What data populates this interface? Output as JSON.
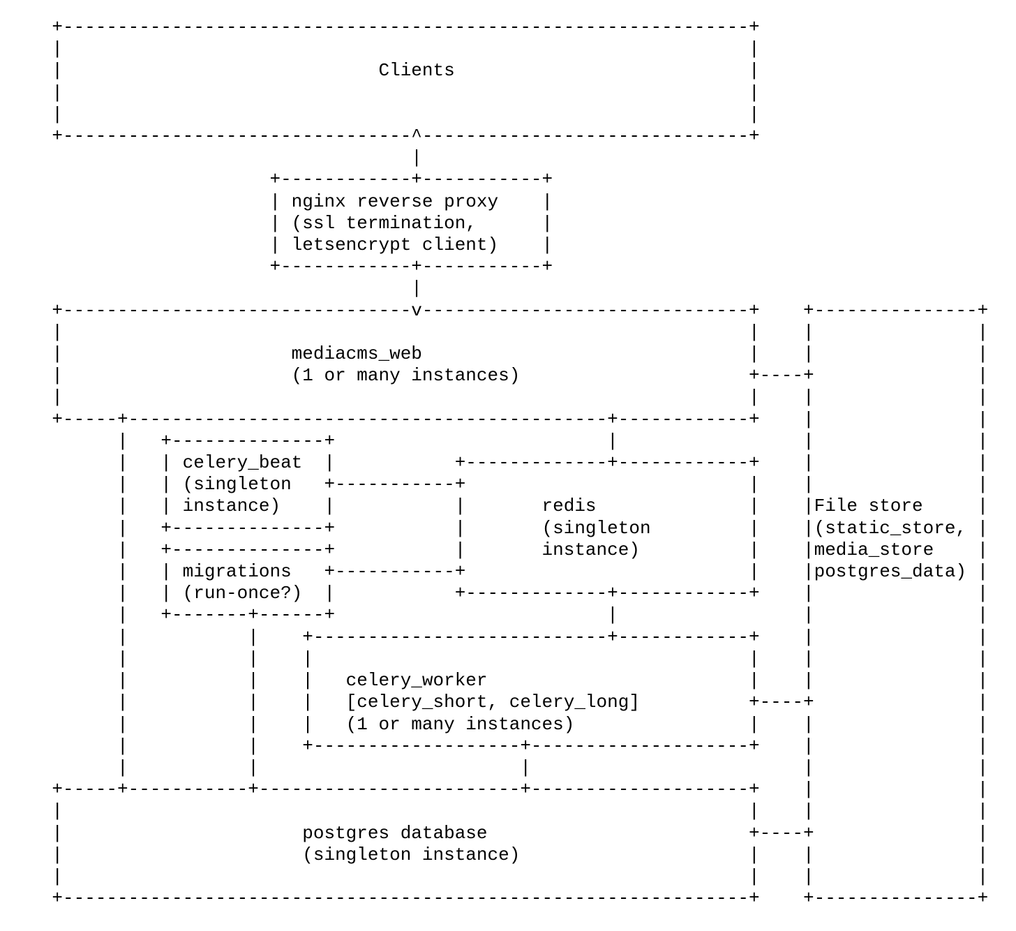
{
  "colors": {
    "background": "#ffffff",
    "text": "#000000"
  },
  "diagram": {
    "nodes": [
      {
        "label": "Clients"
      },
      {
        "label": "nginx reverse proxy (ssl termination, letsencrypt client)"
      },
      {
        "label": "mediacms_web (1 or many instances)"
      },
      {
        "label": "celery_beat (singleton instance)"
      },
      {
        "label": "redis (singleton instance)"
      },
      {
        "label": "migrations (run-once?)"
      },
      {
        "label": "celery_worker [celery_short, celery_long] (1 or many instances)"
      },
      {
        "label": "postgres database (singleton instance)"
      },
      {
        "label": "File store (static_store, media_store postgres_data)"
      }
    ],
    "ascii_lines": [
      "    +---------------------------------------------------------------+",
      "    |                                                               |",
      "    |                             Clients                           |",
      "    |                                                               |",
      "    |                                                               |",
      "    +--------------------------------^------------------------------+",
      "                                     |",
      "                        +------------+-----------+",
      "                        | nginx reverse proxy    |",
      "                        | (ssl termination,      |",
      "                        | letsencrypt client)    |",
      "                        +------------+-----------+",
      "                                     |",
      "    +--------------------------------v------------------------------+    +---------------+",
      "    |                                                               |    |               |",
      "    |                     mediacms_web                              |    |               |",
      "    |                     (1 or many instances)                     +----+               |",
      "    |                                                               |    |               |",
      "    +-----+--------------------------------------------+------------+    |               |",
      "          |   +--------------+                         |                 |               |",
      "          |   | celery_beat  |           +-------------+------------+    |               |",
      "          |   | (singleton   +-----------+                          |    |               |",
      "          |   | instance)    |           |       redis              |    |File store     |",
      "          |   +--------------+           |       (singleton         |    |(static_store, |",
      "          |   +--------------+           |       instance)          |    |media_store    |",
      "          |   | migrations   +-----------+                          |    |postgres_data) |",
      "          |   | (run-once?)  |           +-------------+------------+    |               |",
      "          |   +-------+------+                         |                 |               |",
      "          |           |    +---------------------------+------------+    |               |",
      "          |           |    |                                        |    |               |",
      "          |           |    |   celery_worker                        |    |               |",
      "          |           |    |   [celery_short, celery_long]          +----+               |",
      "          |           |    |   (1 or many instances)                |    |               |",
      "          |           |    +-------------------+--------------------+    |               |",
      "          |           |                        |                         |               |",
      "    +-----+-----------+------------------------+--------------------+    |               |",
      "    |                                                               |    |               |",
      "    |                      postgres database                        +----+               |",
      "    |                      (singleton instance)                     |    |               |",
      "    |                                                               |    |               |",
      "    +---------------------------------------------------------------+    +---------------+"
    ]
  }
}
